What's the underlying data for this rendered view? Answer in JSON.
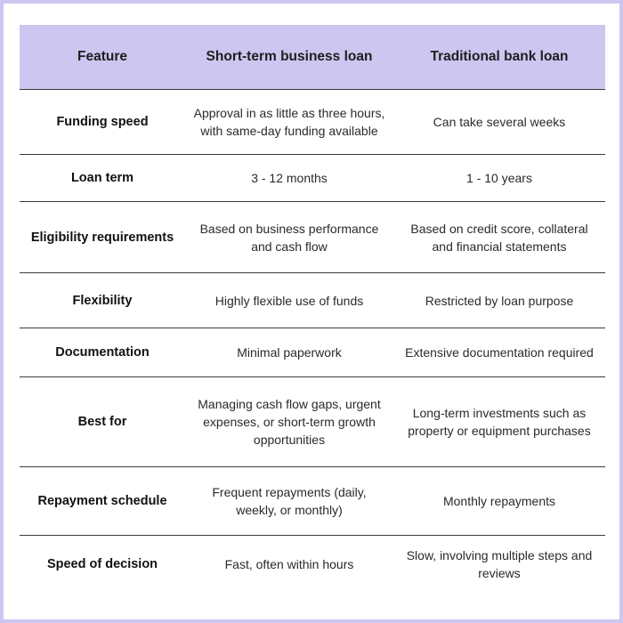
{
  "table": {
    "headers": [
      "Feature",
      "Short-term business loan",
      "Traditional bank loan"
    ],
    "rows": [
      [
        "Funding speed",
        "Approval in as little as three hours, with same-day funding available",
        "Can take several weeks"
      ],
      [
        "Loan term",
        "3 - 12 months",
        "1 - 10 years"
      ],
      [
        "Eligibility requirements",
        "Based on business performance and cash flow",
        "Based on credit score, collateral and financial statements"
      ],
      [
        "Flexibility",
        "Highly flexible use of funds",
        "Restricted by loan purpose"
      ],
      [
        "Documentation",
        "Minimal paperwork",
        "Extensive documentation required"
      ],
      [
        "Best for",
        "Managing cash flow gaps, urgent expenses, or short-term growth opportunities",
        "Long-term investments such as property or equipment purchases"
      ],
      [
        "Repayment schedule",
        "Frequent repayments (daily, weekly, or monthly)",
        "Monthly repayments"
      ],
      [
        "Speed of decision",
        "Fast, often within hours",
        "Slow, involving multiple steps and reviews"
      ]
    ]
  },
  "colors": {
    "header_background": "#ccc6f0",
    "page_border": "#ccc6f0",
    "divider": "#3a3a3a"
  }
}
